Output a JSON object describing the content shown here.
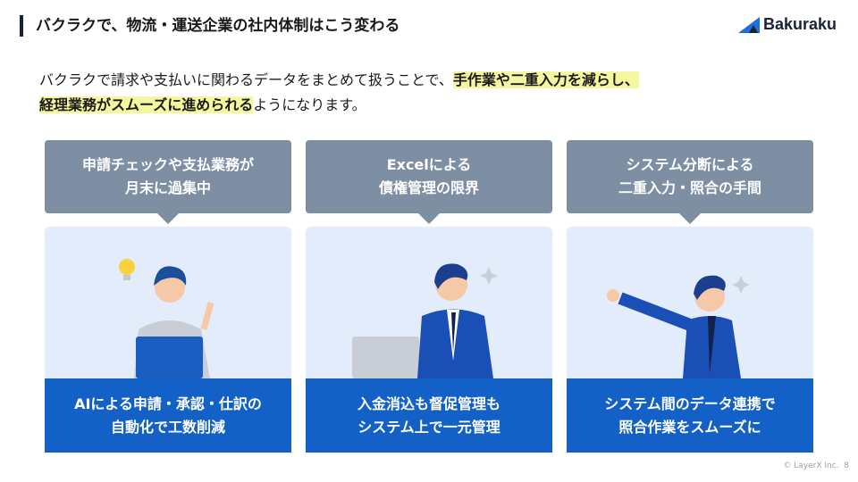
{
  "title": "バクラクで、物流・運送企業の社内体制はこう変わる",
  "logo": "Bakuraku",
  "lead": {
    "part1": "バクラクで請求や支払いに関わるデータをまとめて扱うことで、",
    "hl1": "手作業や二重入力を減らし、",
    "hl2": "経理業務がスムーズに進められる",
    "part2": "ようになります。"
  },
  "columns": [
    {
      "head1": "申請チェックや支払業務が",
      "head2": "月末に過集中",
      "foot1": "AIによる申請・承認・仕訳の",
      "foot2": "自動化で工数削減"
    },
    {
      "head1": "Excelによる",
      "head2": "債権管理の限界",
      "foot1": "入金消込も督促管理も",
      "foot2": "システム上で一元管理"
    },
    {
      "head1": "システム分断による",
      "head2": "二重入力・照合の手間",
      "foot1": "システム間のデータ連携で",
      "foot2": "照合作業をスムーズに"
    }
  ],
  "footer": {
    "copyright": "© LayerX Inc.",
    "page": "8"
  }
}
